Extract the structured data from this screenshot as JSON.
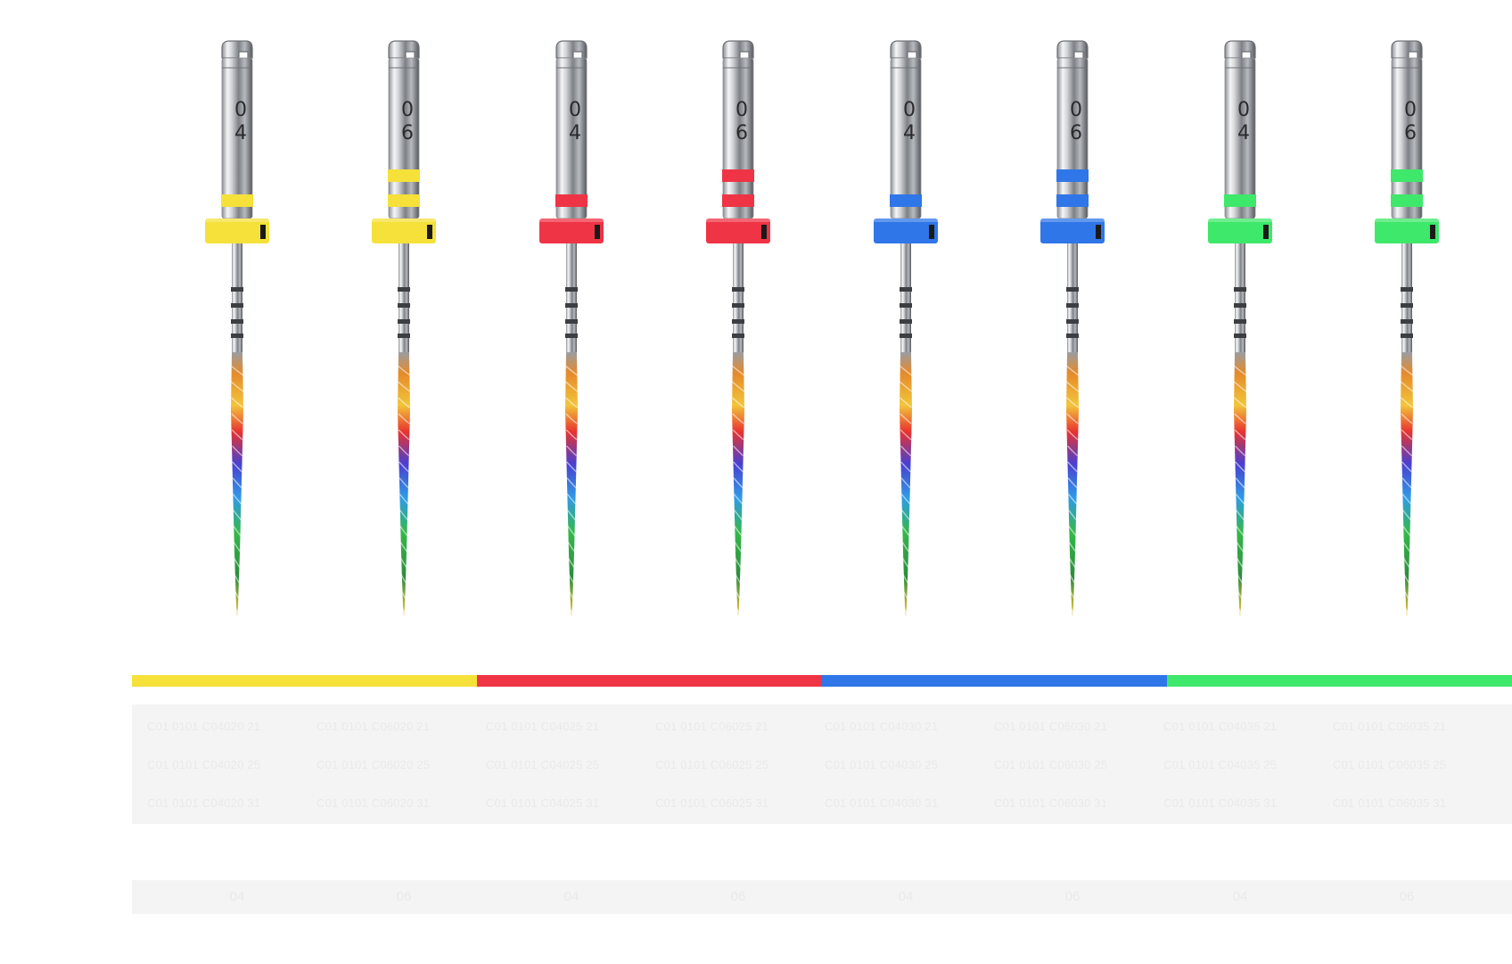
{
  "colors": {
    "yellow": "#f5e13a",
    "red": "#ee3445",
    "blue": "#2f76e8",
    "green": "#3ee86a"
  },
  "files": [
    {
      "taper": "04",
      "color": "#f5e13a",
      "rings": 1,
      "digits": [
        "0",
        "4"
      ]
    },
    {
      "taper": "06",
      "color": "#f5e13a",
      "rings": 2,
      "digits": [
        "0",
        "6"
      ]
    },
    {
      "taper": "04",
      "color": "#ee3445",
      "rings": 1,
      "digits": [
        "0",
        "4"
      ]
    },
    {
      "taper": "06",
      "color": "#ee3445",
      "rings": 2,
      "digits": [
        "0",
        "6"
      ]
    },
    {
      "taper": "04",
      "color": "#2f76e8",
      "rings": 1,
      "digits": [
        "0",
        "4"
      ]
    },
    {
      "taper": "06",
      "color": "#2f76e8",
      "rings": 2,
      "digits": [
        "0",
        "6"
      ]
    },
    {
      "taper": "04",
      "color": "#3ee86a",
      "rings": 1,
      "digits": [
        "0",
        "4"
      ]
    },
    {
      "taper": "06",
      "color": "#3ee86a",
      "rings": 2,
      "digits": [
        "0",
        "6"
      ]
    }
  ],
  "color_bar": [
    "#f5e13a",
    "#ee3445",
    "#2f76e8",
    "#3ee86a"
  ],
  "reference_rows": [
    [
      "C01 0101 C04020 21",
      "C01 0101 C06020 21",
      "C01 0101 C04025 21",
      "C01 0101 C06025 21",
      "C01 0101 C04030 21",
      "C01 0101 C06030 21",
      "C01 0101 C04035 21",
      "C01 0101 C06035 21"
    ],
    [
      "C01 0101 C04020 25",
      "C01 0101 C06020 25",
      "C01 0101 C04025 25",
      "C01 0101 C06025 25",
      "C01 0101 C04030 25",
      "C01 0101 C06030 25",
      "C01 0101 C04035 25",
      "C01 0101 C06035 25"
    ],
    [
      "C01 0101 C04020 31",
      "C01 0101 C06020 31",
      "C01 0101 C04025 31",
      "C01 0101 C06025 31",
      "C01 0101 C04030 31",
      "C01 0101 C06030 31",
      "C01 0101 C04035 31",
      "C01 0101 C06035 31"
    ]
  ],
  "taper_labels": [
    "04",
    "06",
    "04",
    "06",
    "04",
    "06",
    "04",
    "06"
  ]
}
